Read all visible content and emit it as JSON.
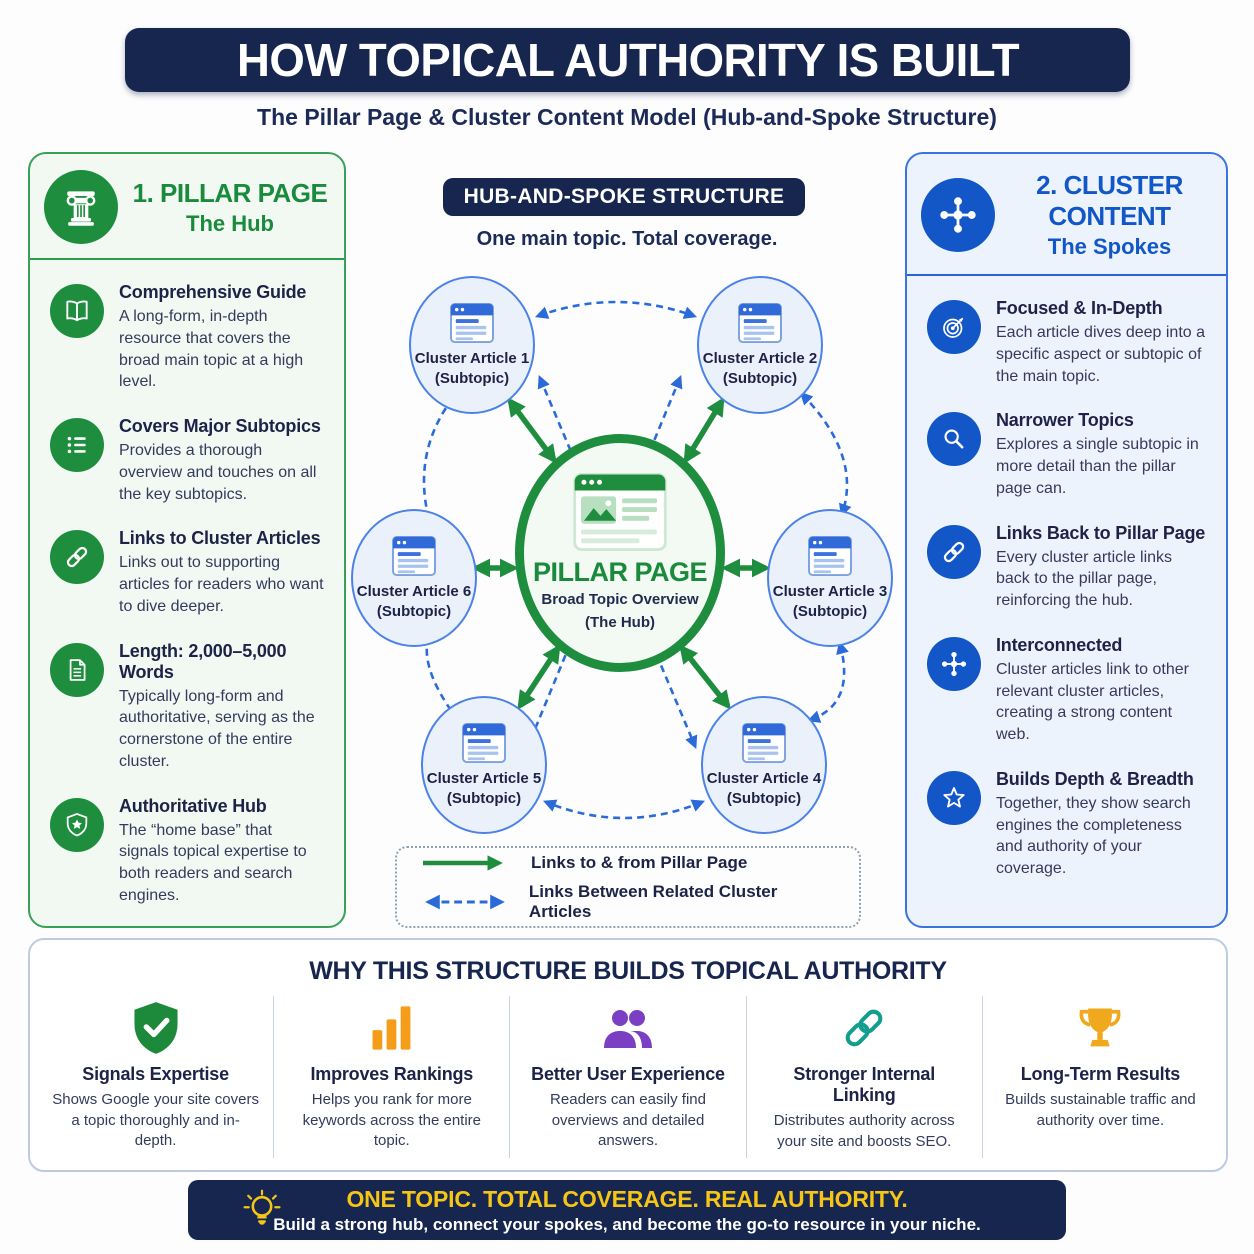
{
  "header": {
    "title": "HOW TOPICAL AUTHORITY IS BUILT",
    "subtitle": "The Pillar Page & Cluster Content Model (Hub-and-Spoke Structure)"
  },
  "left_panel": {
    "number_title": "1. PILLAR PAGE",
    "subtitle": "The Hub",
    "items": [
      {
        "icon": "open-book-icon",
        "title": "Comprehensive Guide",
        "text": "A long-form, in-depth resource that covers the broad main topic at a high level."
      },
      {
        "icon": "bullet-list-icon",
        "title": "Covers Major Subtopics",
        "text": "Provides a thorough overview and touches on all the key subtopics."
      },
      {
        "icon": "chain-link-icon",
        "title": "Links to Cluster Articles",
        "text": "Links out to supporting articles for readers who want to dive deeper."
      },
      {
        "icon": "document-icon",
        "title": "Length: 2,000–5,000 Words",
        "text": "Typically long-form and authoritative, serving as the cornerstone of the entire cluster."
      },
      {
        "icon": "shield-star-icon",
        "title": "Authoritative Hub",
        "text": "The “home base” that signals topical expertise to both readers and search engines."
      }
    ]
  },
  "right_panel": {
    "number_title": "2. CLUSTER CONTENT",
    "subtitle": "The Spokes",
    "items": [
      {
        "icon": "target-icon",
        "title": "Focused & In-Depth",
        "text": "Each article dives deep into a specific aspect or subtopic of the main topic."
      },
      {
        "icon": "magnifier-icon",
        "title": "Narrower Topics",
        "text": "Explores a single subtopic in more detail than the pillar page can."
      },
      {
        "icon": "chain-link-icon",
        "title": "Links Back to Pillar Page",
        "text": "Every cluster article links back to the pillar page, reinforcing the hub."
      },
      {
        "icon": "hub-spoke-icon",
        "title": "Interconnected",
        "text": "Cluster articles link to other relevant cluster articles, creating a strong content web."
      },
      {
        "icon": "star-icon",
        "title": "Builds Depth & Breadth",
        "text": "Together, they show search engines the completeness and authority of your coverage."
      }
    ]
  },
  "diagram": {
    "badge": "HUB-AND-SPOKE STRUCTURE",
    "tagline": "One main topic. Total coverage.",
    "hub": {
      "title": "PILLAR PAGE",
      "line1": "Broad Topic Overview",
      "line2": "(The Hub)"
    },
    "clusters": [
      {
        "label": "Cluster Article 1",
        "sub": "(Subtopic)"
      },
      {
        "label": "Cluster Article 2",
        "sub": "(Subtopic)"
      },
      {
        "label": "Cluster Article 3",
        "sub": "(Subtopic)"
      },
      {
        "label": "Cluster Article 4",
        "sub": "(Subtopic)"
      },
      {
        "label": "Cluster Article 5",
        "sub": "(Subtopic)"
      },
      {
        "label": "Cluster Article 6",
        "sub": "(Subtopic)"
      }
    ],
    "legend": [
      {
        "style": "solid-green-arrow",
        "label": "Links to & from Pillar Page"
      },
      {
        "style": "dashed-blue-arrow",
        "label": "Links Between Related Cluster Articles"
      }
    ]
  },
  "why_panel": {
    "title": "WHY THIS STRUCTURE BUILDS TOPICAL AUTHORITY",
    "columns": [
      {
        "icon": "shield-check-icon",
        "title": "Signals Expertise",
        "text": "Shows Google your site covers a topic thoroughly and in-depth."
      },
      {
        "icon": "bar-chart-icon",
        "title": "Improves Rankings",
        "text": "Helps you rank for more keywords across the entire topic."
      },
      {
        "icon": "users-icon",
        "title": "Better User Experience",
        "text": "Readers can easily find overviews and detailed answers."
      },
      {
        "icon": "chain-link-icon",
        "title": "Stronger Internal Linking",
        "text": "Distributes authority across your site and boosts SEO."
      },
      {
        "icon": "trophy-icon",
        "title": "Long-Term Results",
        "text": "Builds sustainable traffic and authority over time."
      }
    ]
  },
  "footer_banner": {
    "title": "ONE TOPIC. TOTAL COVERAGE. REAL AUTHORITY.",
    "subtitle": "Build a strong hub, connect your spokes, and become the go-to resource in your niche."
  },
  "colors": {
    "navy": "#17264e",
    "green": "#1e8e3e",
    "blue": "#1356c8",
    "arrow_blue": "#2b6bd9",
    "orange": "#f59d18",
    "purple": "#7b3fc4",
    "teal": "#129e8e",
    "gold": "#f0a81c",
    "yellow": "#f5c518"
  }
}
